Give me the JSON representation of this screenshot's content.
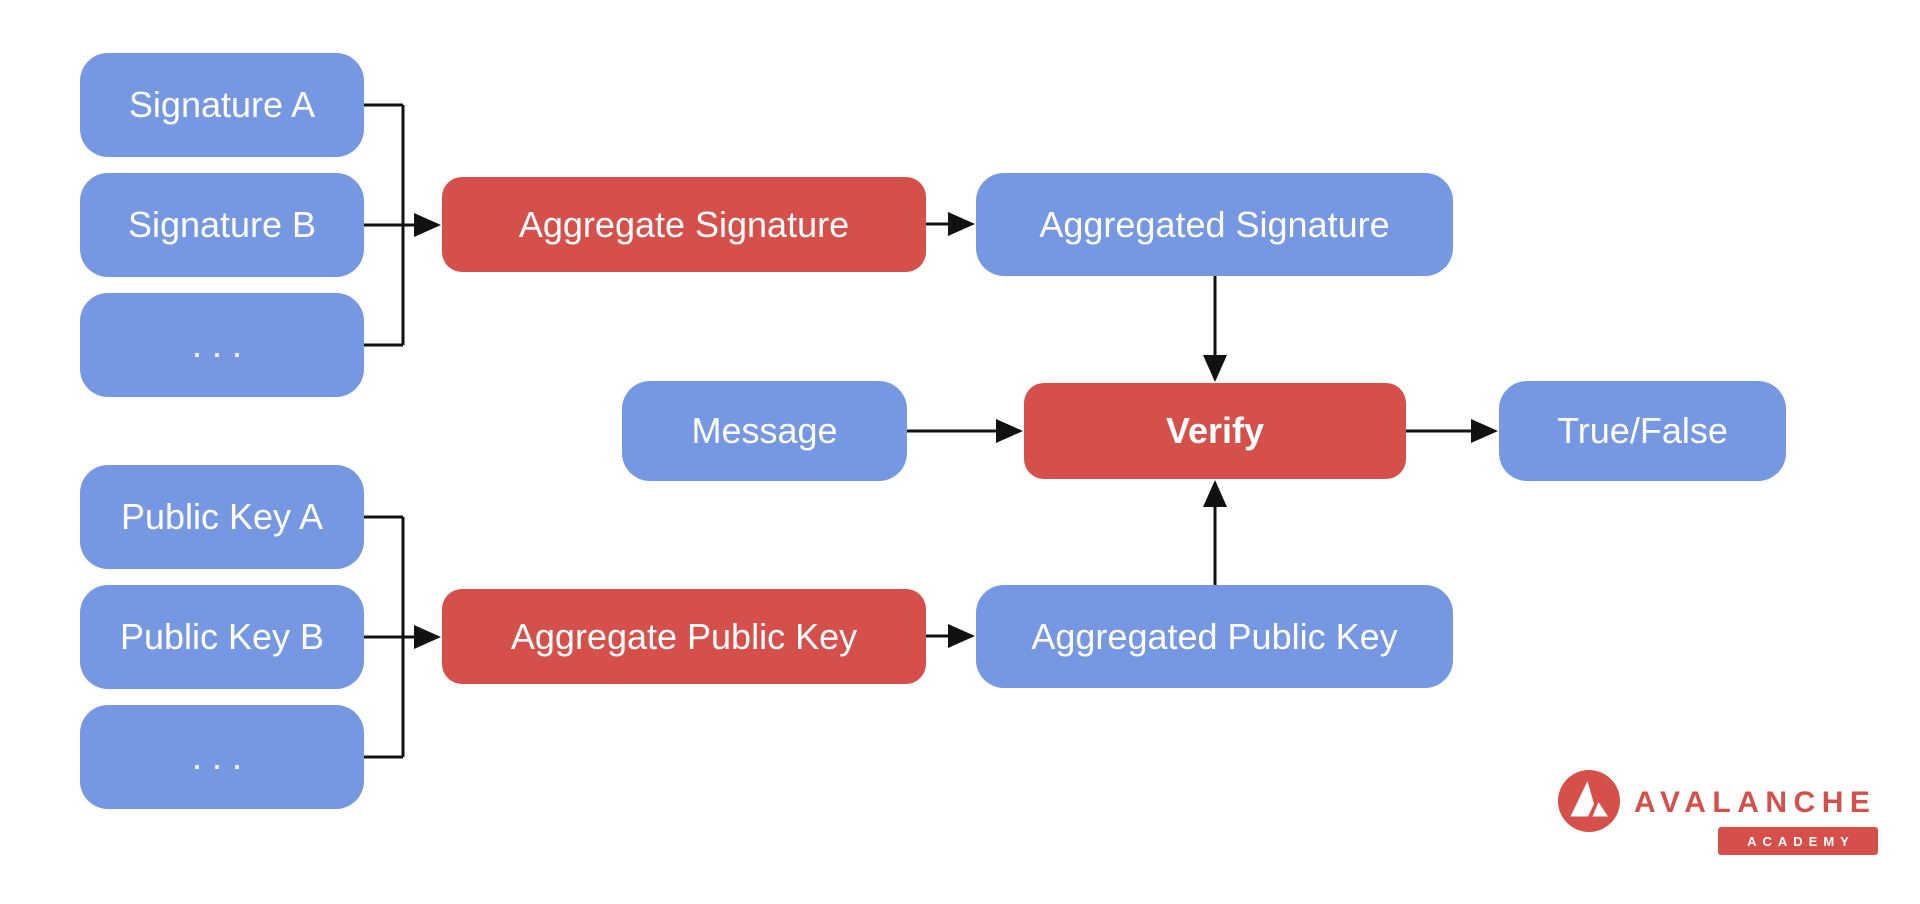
{
  "colors": {
    "node_blue": "#7697e2",
    "node_red": "#d5504a",
    "node_text": "#ffffff",
    "arrow": "#111111",
    "logo_red": "#d5504a",
    "background": "#ffffff"
  },
  "nodes": {
    "signature_a": "Signature A",
    "signature_b": "Signature B",
    "signature_more": "...",
    "aggregate_signature": "Aggregate Signature",
    "aggregated_signature": "Aggregated Signature",
    "message": "Message",
    "verify": "Verify",
    "true_false": "True/False",
    "public_key_a": "Public Key A",
    "public_key_b": "Public Key B",
    "public_key_more": "...",
    "aggregate_public_key": "Aggregate Public Key",
    "aggregated_public_key": "Aggregated Public Key"
  },
  "edges": [
    {
      "from": "signature_a",
      "to": "aggregate_signature"
    },
    {
      "from": "signature_b",
      "to": "aggregate_signature"
    },
    {
      "from": "signature_more",
      "to": "aggregate_signature"
    },
    {
      "from": "aggregate_signature",
      "to": "aggregated_signature"
    },
    {
      "from": "aggregated_signature",
      "to": "verify"
    },
    {
      "from": "message",
      "to": "verify"
    },
    {
      "from": "public_key_a",
      "to": "aggregate_public_key"
    },
    {
      "from": "public_key_b",
      "to": "aggregate_public_key"
    },
    {
      "from": "public_key_more",
      "to": "aggregate_public_key"
    },
    {
      "from": "aggregate_public_key",
      "to": "aggregated_public_key"
    },
    {
      "from": "aggregated_public_key",
      "to": "verify"
    },
    {
      "from": "verify",
      "to": "true_false"
    }
  ],
  "logo": {
    "brand": "AVALANCHE",
    "badge": "ACADEMY"
  }
}
